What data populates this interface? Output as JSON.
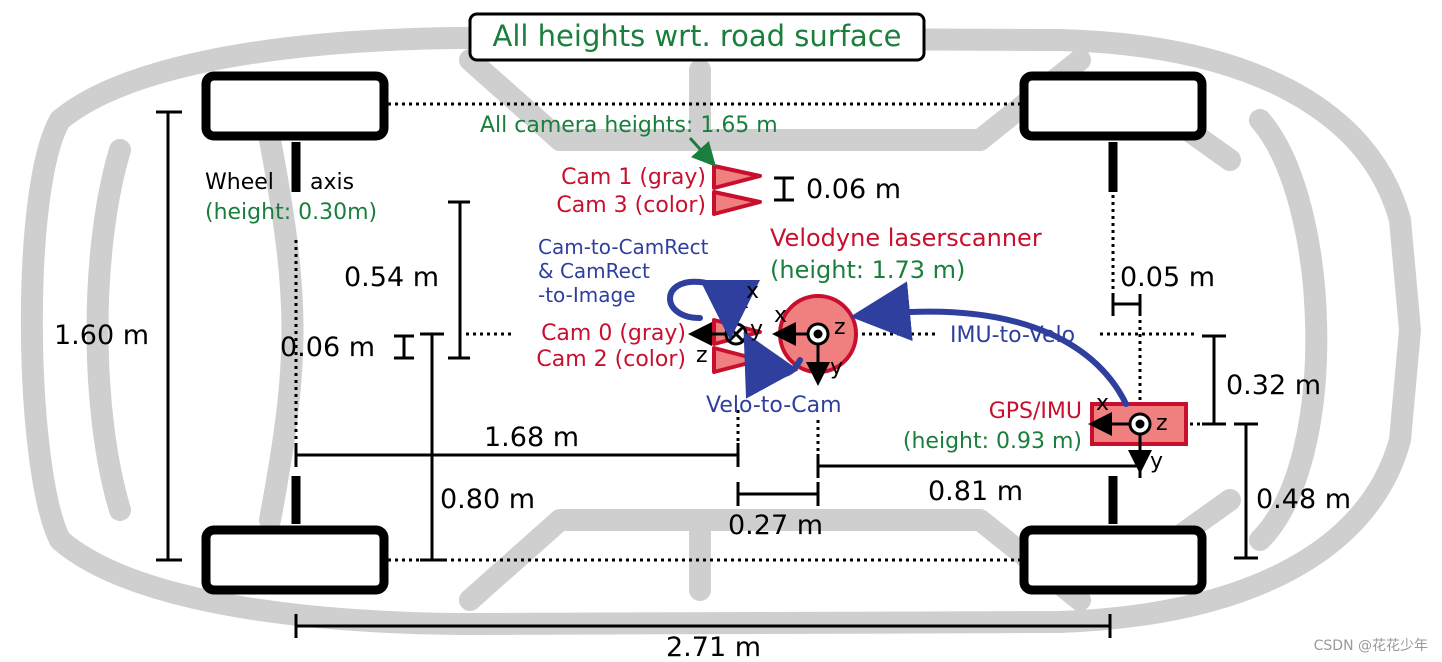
{
  "title": "All heights wrt. road surface",
  "camera_heights_note": "All camera heights: 1.65 m",
  "wheel_axis": {
    "line1": "Wheel",
    "line1b": "axis",
    "line2": "(height: 0.30m)"
  },
  "cams_top": {
    "cam1": "Cam 1 (gray)",
    "cam3": "Cam 3 (color)",
    "gap": "0.06 m"
  },
  "cams_bottom": {
    "cam0": "Cam 0 (gray)",
    "cam2": "Cam 2 (color)",
    "gap": "0.06 m"
  },
  "velodyne": {
    "name": "Velodyne laserscanner",
    "height": "(height: 1.73 m)"
  },
  "gps": {
    "name": "GPS/IMU",
    "height": "(height: 0.93 m)"
  },
  "transforms": {
    "cam_rect": [
      "Cam-to-CamRect",
      "& CamRect",
      "-to-Image"
    ],
    "velo_to_cam": "Velo-to-Cam",
    "imu_to_velo": "IMU-to-Velo"
  },
  "axes": {
    "x": "x",
    "y": "y",
    "z": "z"
  },
  "dimensions": {
    "width_160": "1.60 m",
    "d054": "0.54 m",
    "d080": "0.80 m",
    "d168": "1.68 m",
    "d027": "0.27 m",
    "d081": "0.81 m",
    "d271": "2.71 m",
    "d005": "0.05 m",
    "d032": "0.32 m",
    "d048": "0.48 m"
  },
  "watermark": "CSDN @花花少年",
  "colors": {
    "green": "#1a7f3c",
    "red": "#c8102e",
    "blue": "#2e3f9e",
    "car_gray": "#cfcfcf",
    "sensor_fill": "#f08080"
  }
}
